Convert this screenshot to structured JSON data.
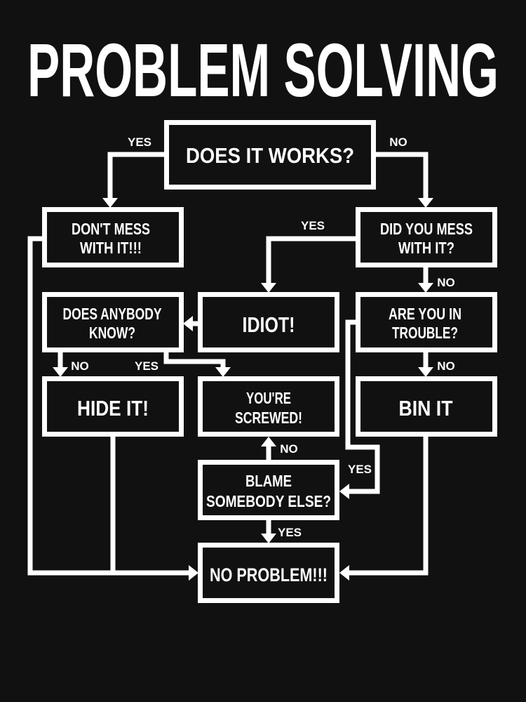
{
  "title": "PROBLEM SOLVING",
  "colors": {
    "background": "#111111",
    "foreground": "#ffffff"
  },
  "nodes": {
    "does_it_work": "DOES IT WORKS?",
    "dont_mess_1": "DON'T MESS",
    "dont_mess_2": "WITH IT!!!",
    "did_you_mess_1": "DID YOU MESS",
    "did_you_mess_2": "WITH IT?",
    "anybody_know_1": "DOES ANYBODY",
    "anybody_know_2": "KNOW?",
    "idiot": "IDIOT!",
    "trouble_1": "ARE YOU IN",
    "trouble_2": "TROUBLE?",
    "hide_it": "HIDE IT!",
    "screwed_1": "YOU'RE",
    "screwed_2": "SCREWED!",
    "bin_it": "BIN IT",
    "blame_1": "BLAME",
    "blame_2": "SOMEBODY ELSE?",
    "no_problem": "NO PROBLEM!!!"
  },
  "edges": {
    "works_yes": "YES",
    "works_no": "NO",
    "mess_yes": "YES",
    "mess_no": "NO",
    "know_no": "NO",
    "know_yes": "YES",
    "trouble_no": "NO",
    "trouble_yes": "YES",
    "blame_no": "NO",
    "blame_yes": "YES"
  }
}
